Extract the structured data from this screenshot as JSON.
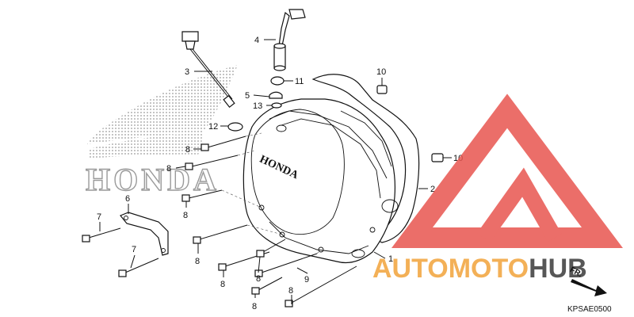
{
  "diagram": {
    "emblem_text": "HONDA",
    "cover_text": "HONDA",
    "diagram_code": "KPSAE0500",
    "direction_label": "FR.",
    "callouts": [
      {
        "id": "c1",
        "label": "1"
      },
      {
        "id": "c2",
        "label": "2"
      },
      {
        "id": "c3",
        "label": "3"
      },
      {
        "id": "c4",
        "label": "4"
      },
      {
        "id": "c5",
        "label": "5"
      },
      {
        "id": "c6",
        "label": "6"
      },
      {
        "id": "c7a",
        "label": "7"
      },
      {
        "id": "c7b",
        "label": "7"
      },
      {
        "id": "c8a",
        "label": "8"
      },
      {
        "id": "c8b",
        "label": "8"
      },
      {
        "id": "c8c",
        "label": "8"
      },
      {
        "id": "c8d",
        "label": "8"
      },
      {
        "id": "c8e",
        "label": "8"
      },
      {
        "id": "c8f",
        "label": "8"
      },
      {
        "id": "c8g",
        "label": "8"
      },
      {
        "id": "c8h",
        "label": "8"
      },
      {
        "id": "c9",
        "label": "9"
      },
      {
        "id": "c10a",
        "label": "10"
      },
      {
        "id": "c10b",
        "label": "10"
      },
      {
        "id": "c11",
        "label": "11"
      },
      {
        "id": "c12",
        "label": "12"
      },
      {
        "id": "c13",
        "label": "13"
      }
    ]
  },
  "watermark": {
    "text_part1": "AUTOMOTO",
    "text_part2": "HUB",
    "color_red": "#e8554f",
    "color_orange": "#f2a33a",
    "color_dark": "#3a3a3a"
  }
}
